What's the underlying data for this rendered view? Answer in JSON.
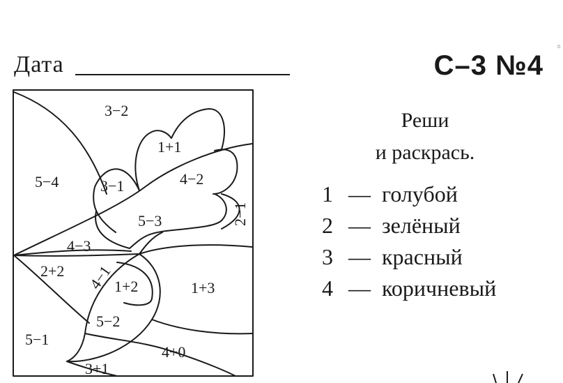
{
  "header": {
    "date_label": "Дата",
    "code": "С–3  №4"
  },
  "picture": {
    "regions": [
      {
        "id": "r1",
        "label": "3−2"
      },
      {
        "id": "r2",
        "label": "1+1"
      },
      {
        "id": "r3",
        "label": "5−4"
      },
      {
        "id": "r4",
        "label": "3−1"
      },
      {
        "id": "r5",
        "label": "4−2"
      },
      {
        "id": "r6",
        "label": "2−1"
      },
      {
        "id": "r7",
        "label": "5−3"
      },
      {
        "id": "r8",
        "label": "4−3"
      },
      {
        "id": "r9",
        "label": "2+2"
      },
      {
        "id": "r10",
        "label": "4−1"
      },
      {
        "id": "r11",
        "label": "1+2"
      },
      {
        "id": "r12",
        "label": "1+3"
      },
      {
        "id": "r13",
        "label": "5−2"
      },
      {
        "id": "r14",
        "label": "5−1"
      },
      {
        "id": "r15",
        "label": "4+0"
      },
      {
        "id": "r16",
        "label": "3+1"
      }
    ]
  },
  "instructions": {
    "line1": "Реши",
    "line2": "и раскрась."
  },
  "legend": [
    {
      "num": "1",
      "dash": "—",
      "color": "голубой"
    },
    {
      "num": "2",
      "dash": "—",
      "color": "зелёный"
    },
    {
      "num": "3",
      "dash": "—",
      "color": "красный"
    },
    {
      "num": "4",
      "dash": "—",
      "color": "коричневый"
    }
  ]
}
